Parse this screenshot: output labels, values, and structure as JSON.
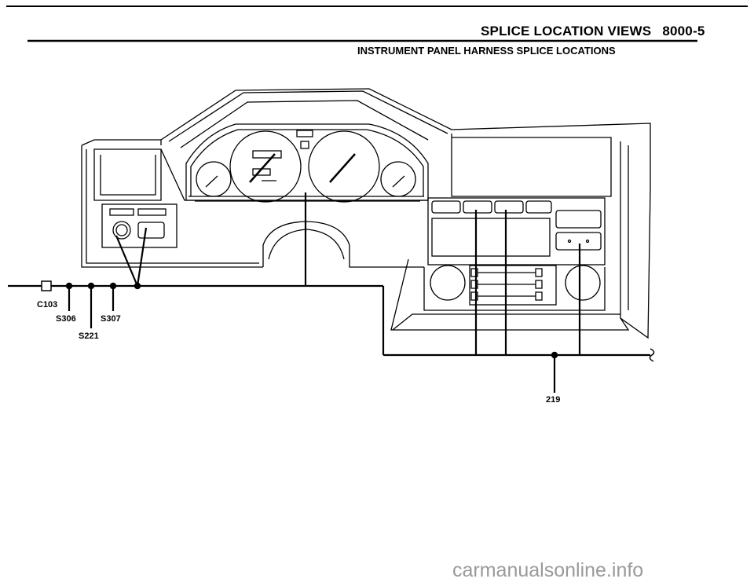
{
  "header": {
    "title": "SPLICE LOCATION VIEWS",
    "code": "8000-5",
    "subtitle": "INSTRUMENT PANEL HARNESS SPLICE LOCATIONS"
  },
  "labels": {
    "connector": "C103",
    "splice_s306": "S306",
    "splice_s307": "S307",
    "splice_s221": "S221",
    "ground": "219"
  },
  "watermark": "carmanualsonline.info"
}
